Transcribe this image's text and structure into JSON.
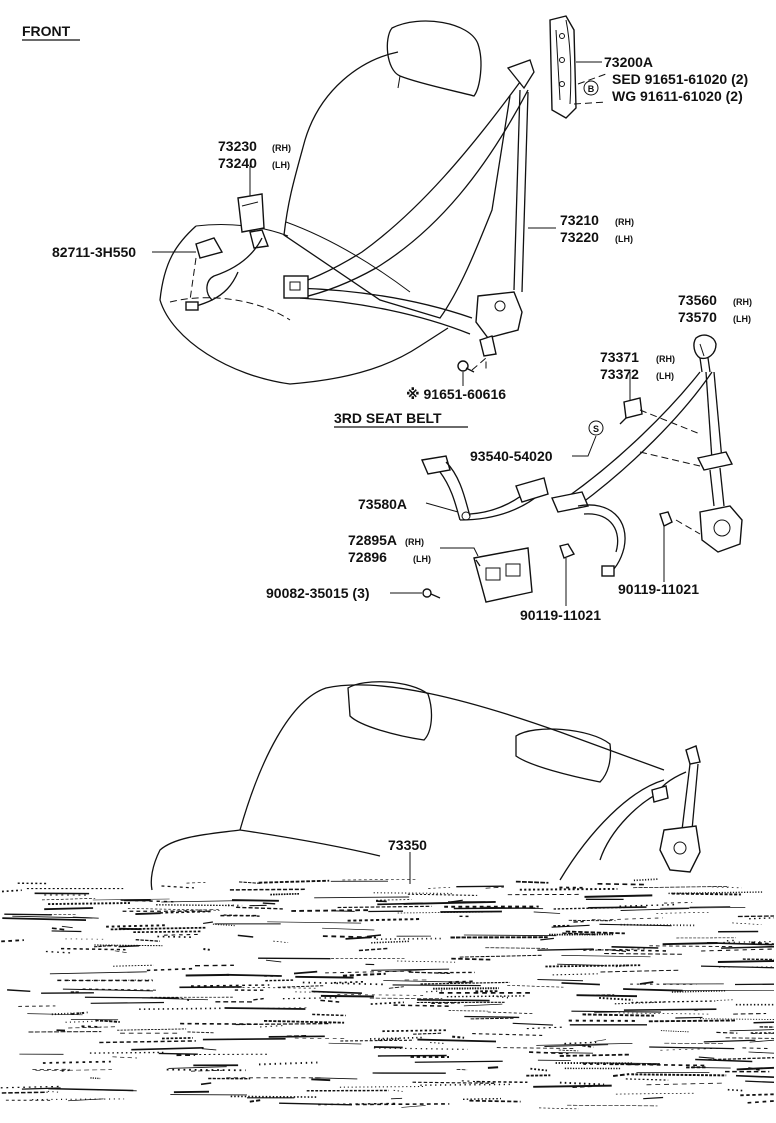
{
  "header": {
    "front": "FRONT",
    "third_seat_belt": "3RD SEAT BELT"
  },
  "labels": {
    "p73200A": "73200A",
    "sed": "SED 91651-61020 (2)",
    "wg": "WG  91611-61020 (2)",
    "circle_b": "B",
    "circle_s": "S",
    "p73230": "73230",
    "p73240": "73240",
    "p82711": "82711-3H550",
    "p73210": "73210",
    "p73220": "73220",
    "p91651": "※ 91651-60616",
    "p73560": "73560",
    "p73570": "73570",
    "p73371": "73371",
    "p73372": "73372",
    "p93540": "93540-54020",
    "p73580A": "73580A",
    "p72895A": "72895A",
    "p72896": "72896",
    "p90082": "90082-35015 (3)",
    "p90119_right": "90119-11021",
    "p90119_center": "90119-11021",
    "p73350": "73350"
  },
  "suffix": {
    "rh": "(RH)",
    "lh": "(LH)"
  }
}
